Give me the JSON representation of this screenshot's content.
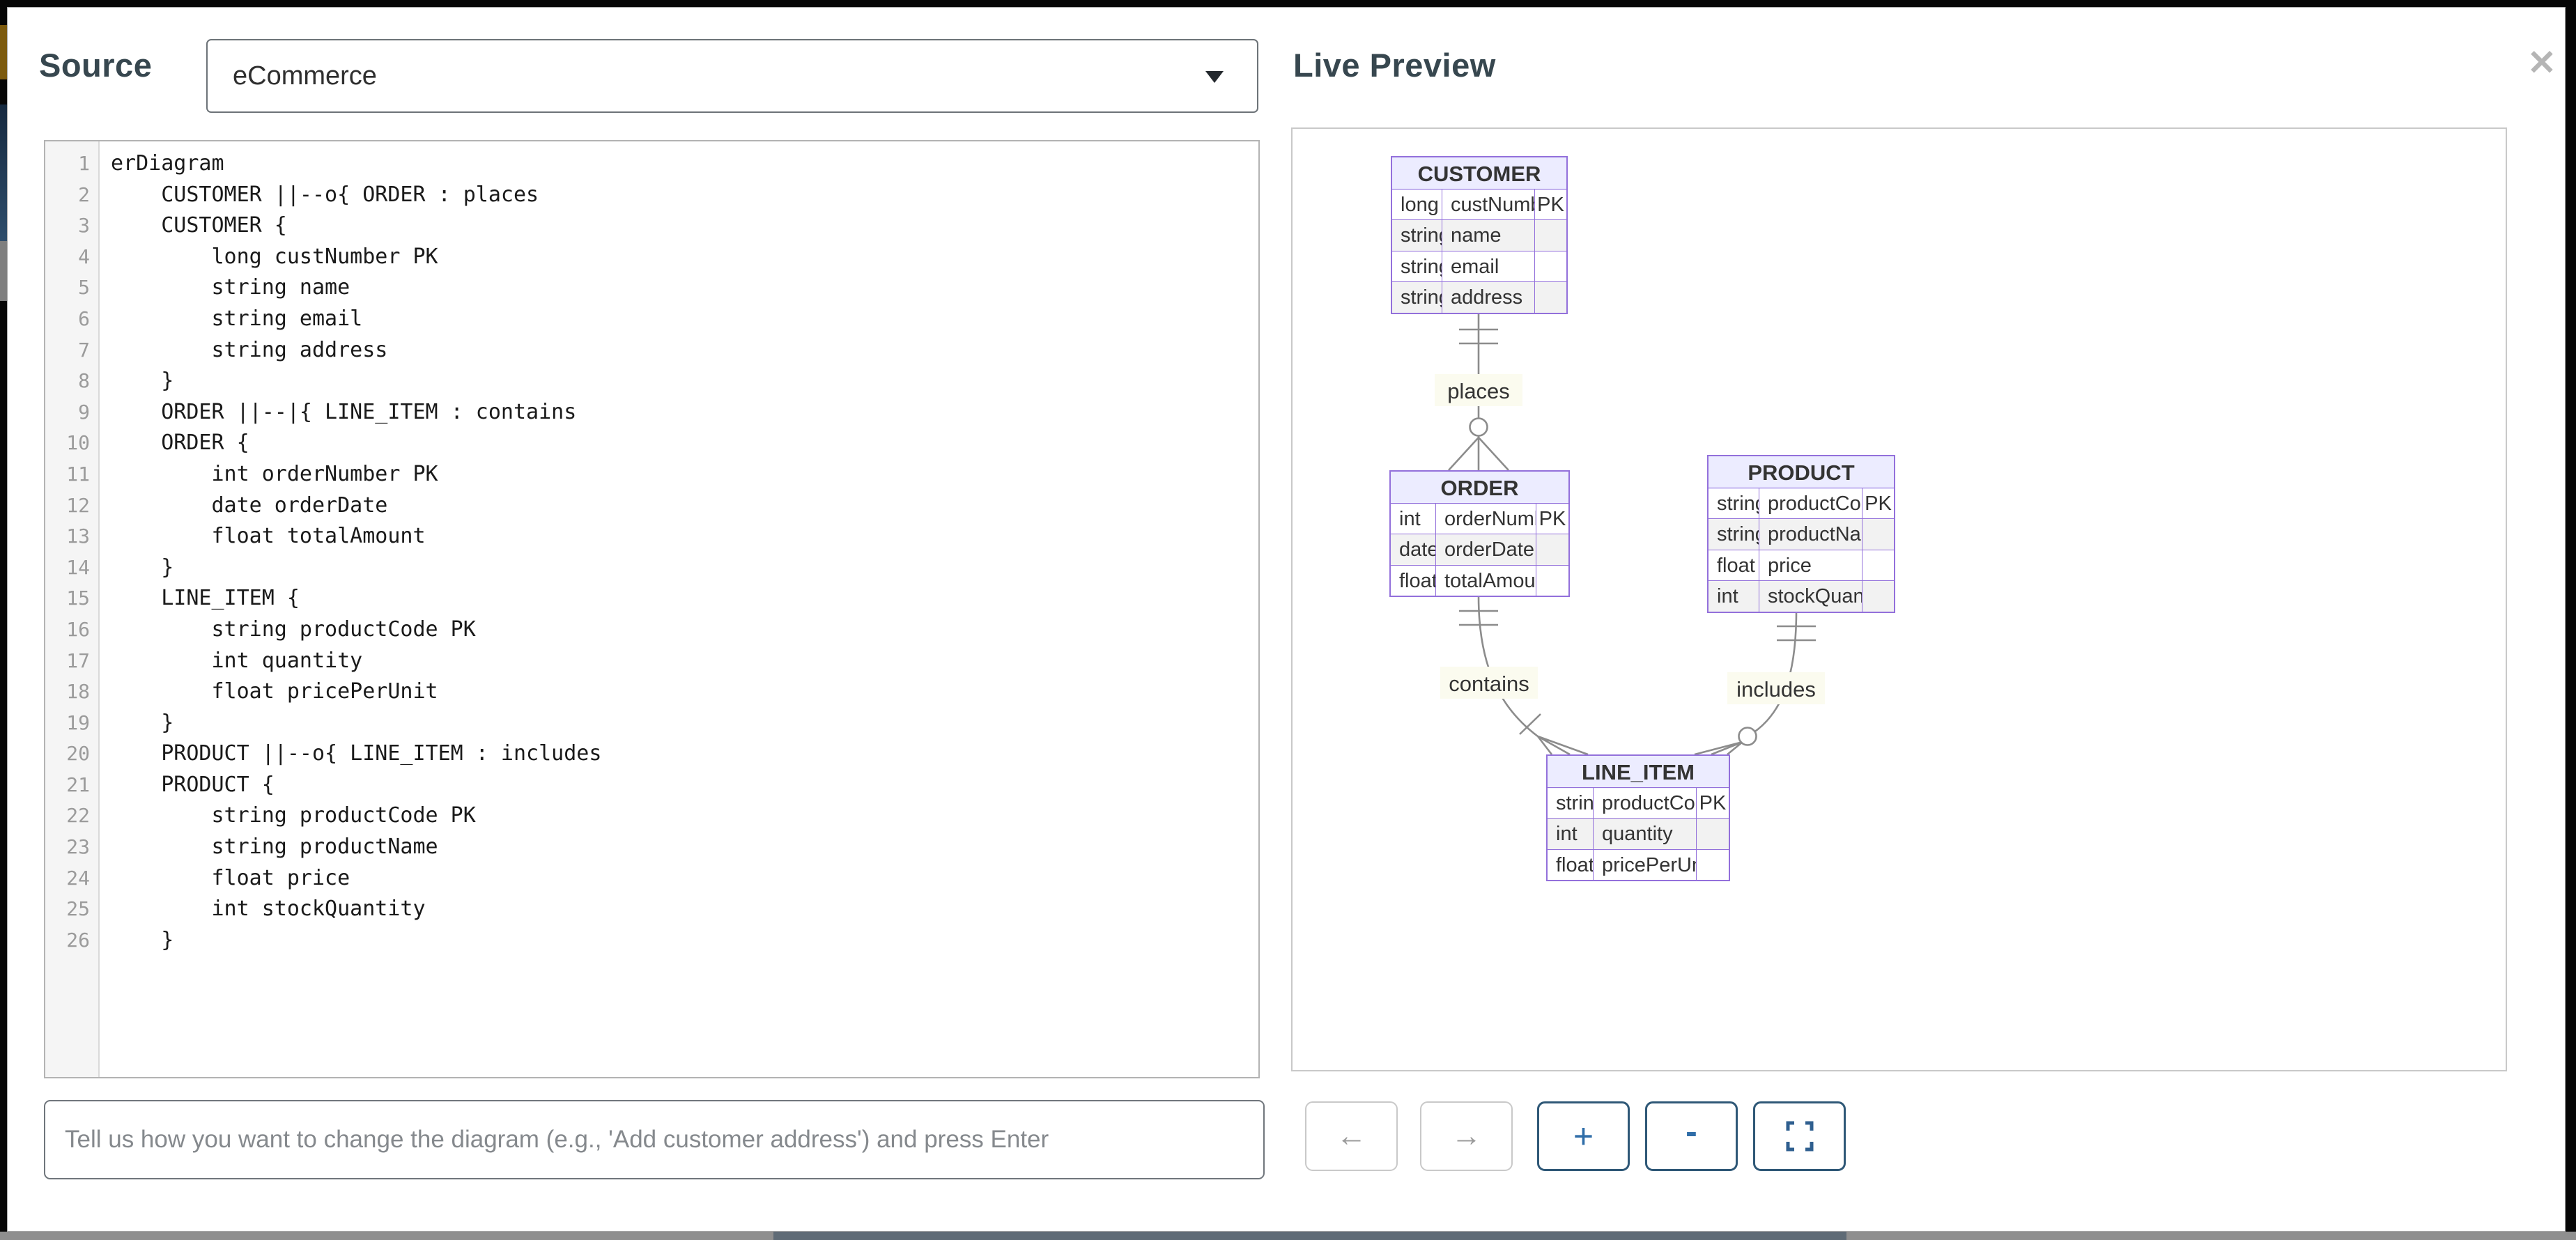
{
  "theme": {
    "title_color": "#37474f",
    "entity_border": "#9370db",
    "entity_header_fill": "#ececff",
    "entity_row_alt_fill": "#f2f2f2",
    "edge_color": "#8c8c8c",
    "edge_label_fill": "#fbfbef",
    "button_accent": "#2f5877"
  },
  "source_panel": {
    "title": "Source",
    "dropdown": {
      "value": "eCommerce"
    },
    "editor": {
      "lines": [
        "erDiagram",
        "    CUSTOMER ||--o{ ORDER : places",
        "    CUSTOMER {",
        "        long custNumber PK",
        "        string name",
        "        string email",
        "        string address",
        "    }",
        "    ORDER ||--|{ LINE_ITEM : contains",
        "    ORDER {",
        "        int orderNumber PK",
        "        date orderDate",
        "        float totalAmount",
        "    }",
        "    LINE_ITEM {",
        "        string productCode PK",
        "        int quantity",
        "        float pricePerUnit",
        "    }",
        "    PRODUCT ||--o{ LINE_ITEM : includes",
        "    PRODUCT {",
        "        string productCode PK",
        "        string productName",
        "        float price",
        "        int stockQuantity",
        "    }"
      ]
    },
    "prompt": {
      "placeholder": "Tell us how you want to change the diagram (e.g., 'Add customer address') and press Enter"
    }
  },
  "preview_panel": {
    "title": "Live Preview",
    "close_icon": "✕",
    "toolbar": {
      "back": "←",
      "forward": "→",
      "zoom_in": "+",
      "zoom_out": "-",
      "fullscreen_icon": "fullscreen-brackets"
    },
    "diagram": {
      "entities": [
        {
          "name": "CUSTOMER",
          "attributes": [
            [
              "long",
              "custNumber",
              "PK"
            ],
            [
              "string",
              "name",
              ""
            ],
            [
              "string",
              "email",
              ""
            ],
            [
              "string",
              "address",
              ""
            ]
          ]
        },
        {
          "name": "ORDER",
          "attributes": [
            [
              "int",
              "orderNumber",
              "PK"
            ],
            [
              "date",
              "orderDate",
              ""
            ],
            [
              "float",
              "totalAmount",
              ""
            ]
          ]
        },
        {
          "name": "PRODUCT",
          "attributes": [
            [
              "string",
              "productCode",
              "PK"
            ],
            [
              "string",
              "productName",
              ""
            ],
            [
              "float",
              "price",
              ""
            ],
            [
              "int",
              "stockQuantity",
              ""
            ]
          ]
        },
        {
          "name": "LINE_ITEM",
          "attributes": [
            [
              "string",
              "productCode",
              "PK"
            ],
            [
              "int",
              "quantity",
              ""
            ],
            [
              "float",
              "pricePerUnit",
              ""
            ]
          ]
        }
      ],
      "relationships": [
        {
          "from": "CUSTOMER",
          "to": "ORDER",
          "label": "places",
          "from_cardinality": "exactly-one",
          "to_cardinality": "zero-or-more"
        },
        {
          "from": "ORDER",
          "to": "LINE_ITEM",
          "label": "contains",
          "from_cardinality": "exactly-one",
          "to_cardinality": "one-or-more"
        },
        {
          "from": "PRODUCT",
          "to": "LINE_ITEM",
          "label": "includes",
          "from_cardinality": "exactly-one",
          "to_cardinality": "zero-or-more"
        }
      ]
    }
  }
}
